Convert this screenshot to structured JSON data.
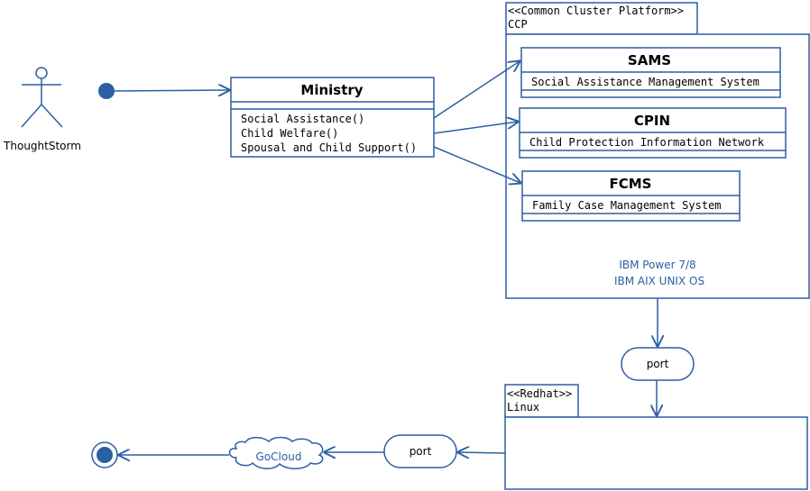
{
  "actor": {
    "label": "ThoughtStorm"
  },
  "ministry": {
    "title": "Ministry",
    "operations": [
      "Social Assistance()",
      "Child Welfare()",
      "Spousal and Child Support()"
    ]
  },
  "ccp": {
    "tab_line1": "<<Common Cluster Platform>>",
    "tab_line2": "CCP",
    "platform_line1": "IBM Power 7/8",
    "platform_line2": "IBM AIX UNIX OS"
  },
  "systems": [
    {
      "title": "SAMS",
      "description": "Social Assistance Management System"
    },
    {
      "title": "CPIN",
      "description": "Child Protection Information Network"
    },
    {
      "title": "FCMS",
      "description": "Family Case Management System"
    }
  ],
  "ports": {
    "upper": "port",
    "lower": "port"
  },
  "linux": {
    "tab_line1": "<<Redhat>>",
    "tab_line2": "Linux"
  },
  "cloud": {
    "label": "GoCloud"
  },
  "colors": {
    "stroke": "#2b5fa3",
    "fill": "#2b5fa3",
    "text": "#000000"
  }
}
